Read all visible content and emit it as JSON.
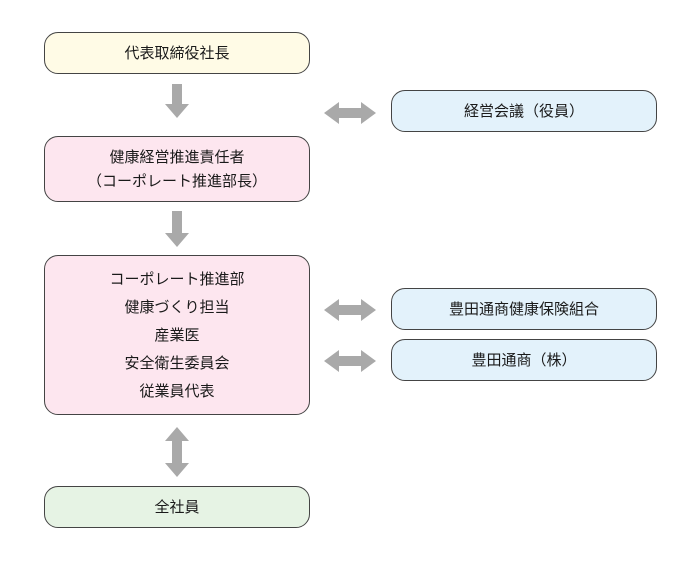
{
  "nodes": {
    "ceo": "代表取締役社長",
    "executive_meeting": "経営会議（役員）",
    "health_officer": [
      "健康経営推進責任者",
      "（コーポレート推進部長）"
    ],
    "team": [
      "コーポレート推進部",
      "健康づくり担当",
      "産業医",
      "安全衛生委員会",
      "従業員代表"
    ],
    "health_insurance": "豊田通商健康保険組合",
    "company": "豊田通商（株）",
    "all_employees": "全社員"
  },
  "colors": {
    "yellow": "#fffbe6",
    "pink": "#fde6ef",
    "blue": "#e3f2fb",
    "green": "#e6f3e4",
    "arrow": "#a9a9a9",
    "border": "#444444"
  }
}
